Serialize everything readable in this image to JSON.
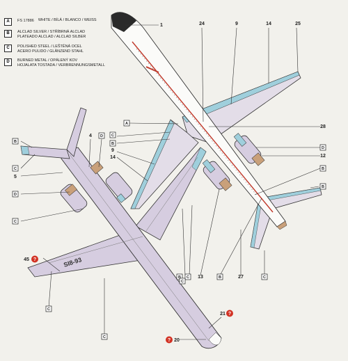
{
  "legend": [
    {
      "key": "A",
      "code": "FS 17886",
      "lines": [
        "WHITE / BÍLÁ / BLANCO / WEISS"
      ]
    },
    {
      "key": "B",
      "code": "",
      "lines": [
        "ALCLAD SILVER / STŘÍBRNÁ ALCLAD",
        "PLATEADO ALCLAD / ALCLAD SILBER"
      ]
    },
    {
      "key": "C",
      "code": "",
      "lines": [
        "POLISHED STEEL / LEŠTĚNÁ OCEL",
        "ACERO PULIDO / GLÄNZEND STAHL"
      ]
    },
    {
      "key": "D",
      "code": "",
      "lines": [
        "BURNED METAL / OPÁLENÝ KOV",
        "HOJALATA TOSTADA / VERBRENNUNGSMETALL"
      ]
    }
  ],
  "callouts": {
    "top": [
      "1",
      "24",
      "9",
      "14",
      "25",
      "A",
      "28",
      "D",
      "12",
      "B",
      "B",
      "C",
      "27",
      "13",
      "B",
      "C"
    ],
    "bottom": [
      "B",
      "C",
      "4",
      "D",
      "5",
      "D",
      "C",
      "C",
      "B",
      "9",
      "14",
      "C",
      "B",
      "45",
      "C",
      "C",
      "21",
      "20"
    ]
  },
  "registration": "SI8-93",
  "colors": {
    "paper": "#f2f1ec",
    "white_fuselage": "#fbfbf9",
    "alclad": "#e3dde8",
    "lilac": "#d6cde0",
    "steel": "#9fcfdc",
    "burned": "#c9a07a",
    "cheatline": "#c0392b",
    "nose": "#2a2a2a",
    "warning": "#d23224"
  }
}
